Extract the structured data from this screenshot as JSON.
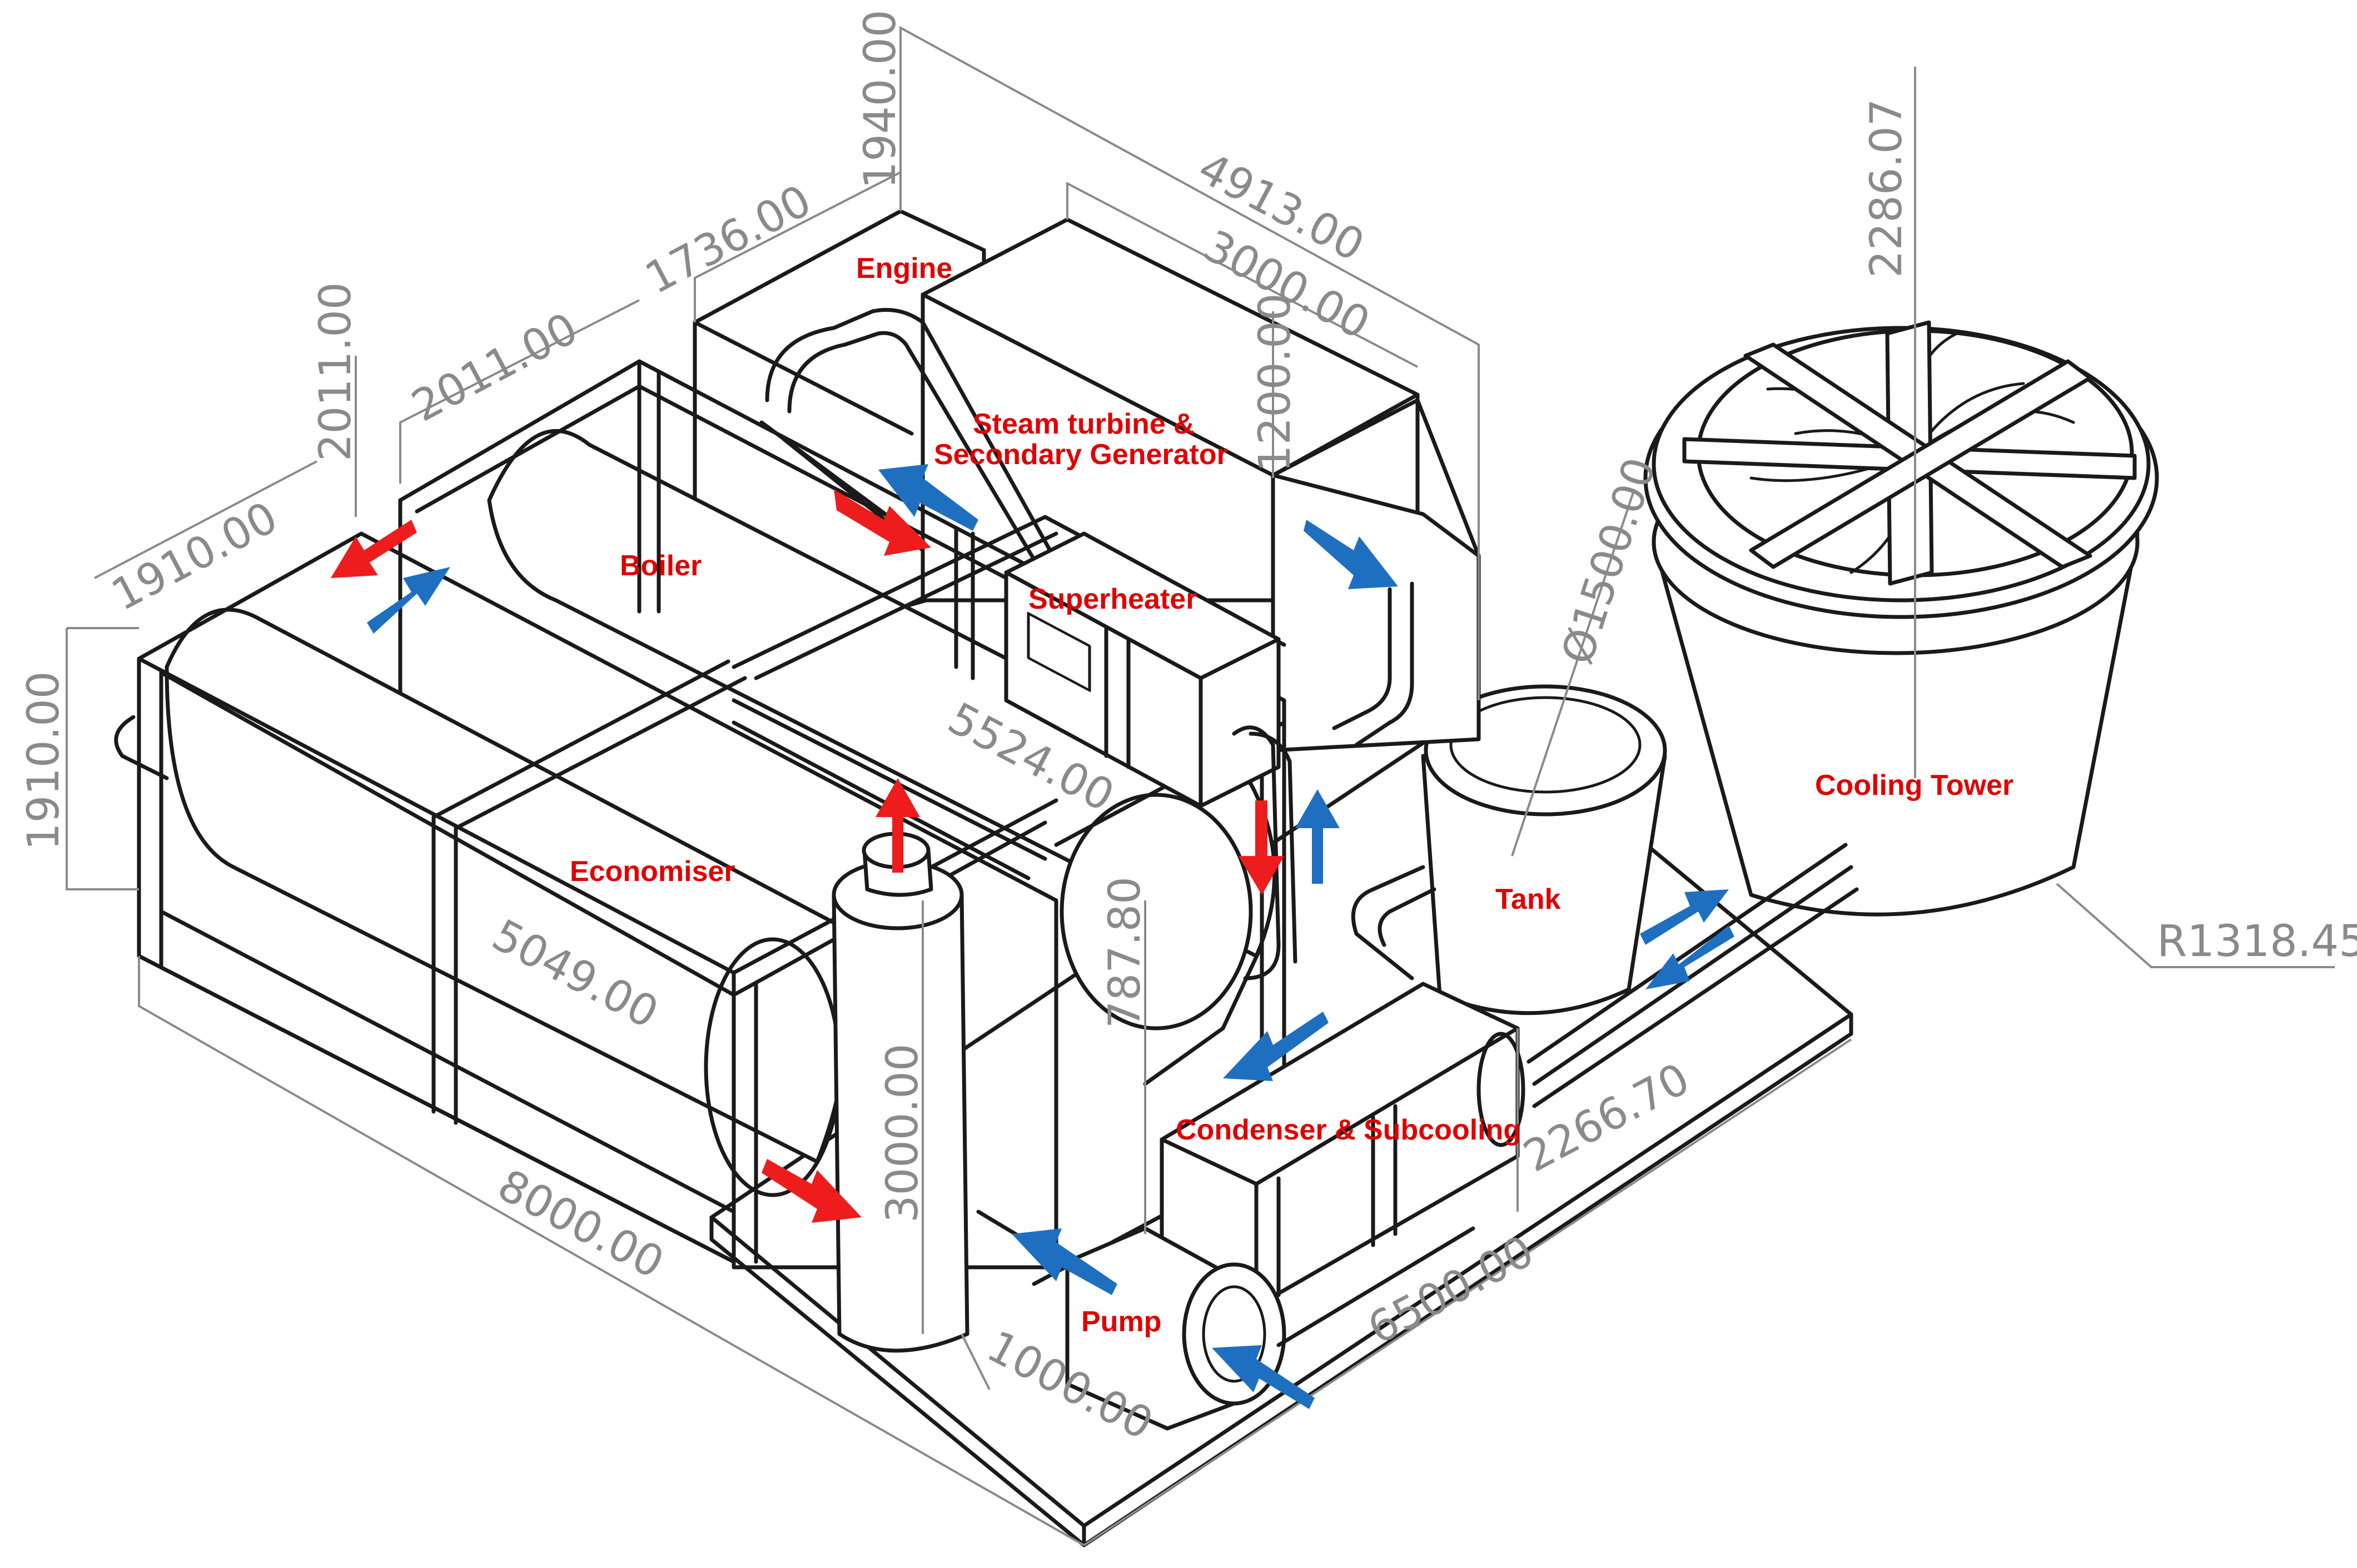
{
  "labels": {
    "engine": "Engine",
    "steam_turbine_line1": "Steam turbine &",
    "steam_turbine_line2": "Secondary Generator",
    "boiler": "Boiler",
    "superheater": "Superheater",
    "economiser": "Economiser",
    "tank": "Tank",
    "cooling_tower": "Cooling Tower",
    "condenser": "Condenser & Subcooling",
    "pump": "Pump"
  },
  "dimensions": {
    "d_1940": "1940.00",
    "d_4913": "4913.00",
    "d_3000_top": "3000.00",
    "d_1736": "1736.00",
    "d_2286_07": "2286.07",
    "d_2011_v": "2011.00",
    "d_2011_h": "2011.00",
    "d_1200": "1200.00",
    "d_1910_h": "1910.00",
    "d_1910_v": "1910.00",
    "d_1500": "Ø1500.00",
    "d_5524": "5524.00",
    "d_5049": "5049.00",
    "d_787_80": "787.80",
    "d_3000_col": "3000.00",
    "d_8000": "8000.00",
    "d_2266_70": "2266.70",
    "d_6500": "6500.00",
    "d_1000": "1000.00",
    "d_r1318": "R1318.45"
  },
  "colors": {
    "label": "#e00000",
    "hot_flow_arrow": "#ee1c1c",
    "cold_flow_arrow": "#1f6fc1",
    "dimension": "#8a8a8a"
  }
}
